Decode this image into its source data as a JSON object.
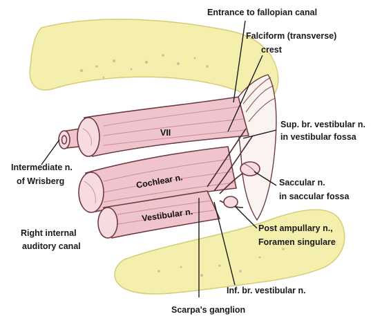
{
  "labels": {
    "entrance_fallopian": "Entrance to fallopian canal",
    "falciform_line1": "Falciform (transverse)",
    "falciform_line2": "crest",
    "sup_br_line1": "Sup. br. vestibular n.",
    "sup_br_line2": "in vestibular fossa",
    "intermediate_line1": "Intermediate n.",
    "intermediate_line2": "of Wrisberg",
    "saccular_line1": "Saccular n.",
    "saccular_line2": "in saccular fossa",
    "post_ampullary_line1": "Post ampullary n.,",
    "post_ampullary_line2": "Foramen singulare",
    "right_canal_line1": "Right internal",
    "right_canal_line2": "auditory canal",
    "inf_br": "Inf. br. vestibular n.",
    "scarpa": "Scarpa's ganglion"
  },
  "nerve_labels": {
    "vii": "VII",
    "cochlear": "Cochlear n.",
    "vestibular": "Vestibular n."
  },
  "colors": {
    "bone": "#f4efad",
    "nerve": "#efc4cc",
    "outline": "#6e3a42",
    "label": "#1a1a1a"
  }
}
